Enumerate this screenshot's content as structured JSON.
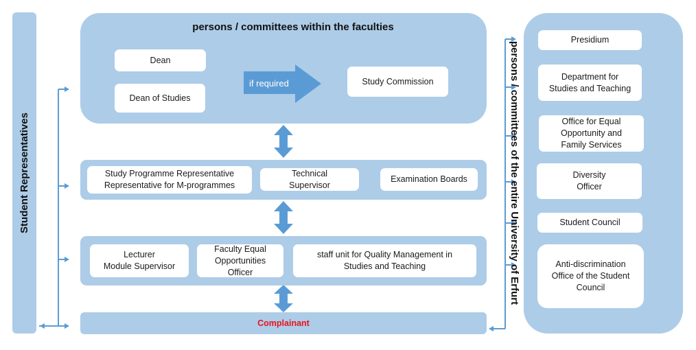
{
  "student_representatives": {
    "label": "Student Representatives"
  },
  "faculty_panel": {
    "title": "persons / committees within the faculties",
    "dean": "Dean",
    "dean_of_studies": "Dean of Studies",
    "arrow_label": "if required",
    "study_commission": "Study Commission"
  },
  "middle_panel": {
    "study_programme_rep": "Study Programme Representative\nRepresentative for M-programmes",
    "technical_supervisor": "Technical\nSupervisor",
    "examination_boards": "Examination Boards"
  },
  "lower_panel": {
    "lecturer": "Lecturer\nModule Supervisor",
    "faculty_equal_opportunities": "Faculty Equal\nOpportunities\nOfficer",
    "quality_management": "staff unit for Quality Management in\nStudies and Teaching"
  },
  "complainant": {
    "label": "Complainant",
    "color": "#e8141b"
  },
  "university_panel": {
    "title": "persons / committees of the entire University of Erfurt",
    "items": [
      "Presidium",
      "Department for\nStudies and Teaching",
      "Office for Equal\nOpportunity and\nFamily Services",
      "Diversity\nOfficer",
      "Student Council",
      "Anti-discrimination\nOffice of the Student\nCouncil"
    ]
  },
  "colors": {
    "panel": "#adcce8",
    "arrow": "#5b9bd5"
  }
}
